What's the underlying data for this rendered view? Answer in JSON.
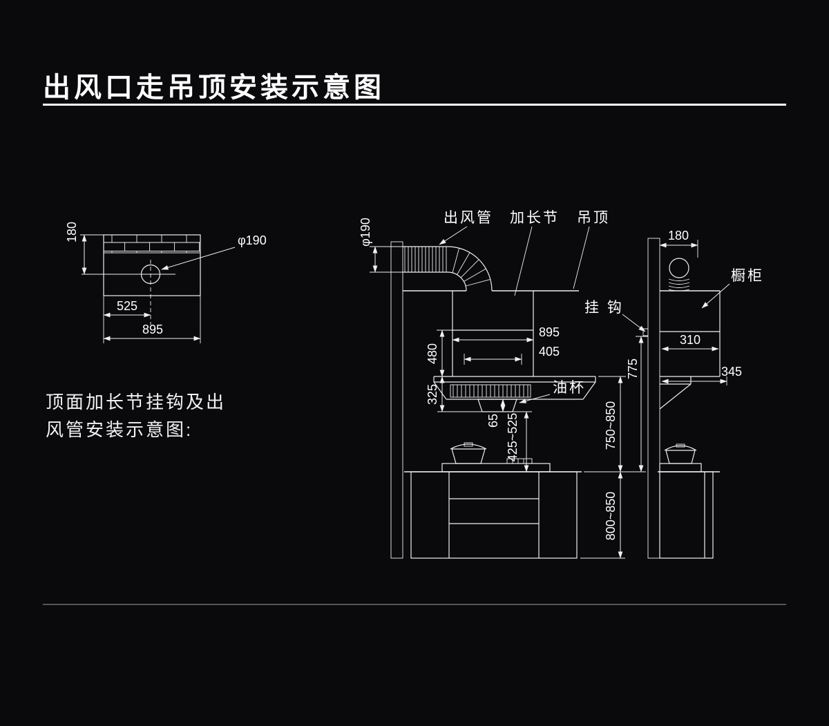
{
  "colors": {
    "background": "#0a0a0d",
    "line": "#f0f0f0",
    "text": "#ffffff",
    "divider": "#54545a"
  },
  "header": {
    "title": "出风口走吊顶安装示意图"
  },
  "note": {
    "line1": "顶面加长节挂钩及出",
    "line2": "风管安装示意图:"
  },
  "wall_hole_view": {
    "dims": {
      "top_to_center": "180",
      "hole_diameter": "φ190",
      "center_offset": "525",
      "wall_width": "895"
    }
  },
  "main_view": {
    "labels": {
      "duct": "出风管",
      "extension": "加长节",
      "ceiling": "吊顶",
      "oil_cup": "油杯",
      "hook": "挂 钩"
    },
    "dims": {
      "duct_diameter": "φ190",
      "hood_width": "895",
      "chimney_width": "405",
      "upper_height": "480",
      "body_height": "325",
      "oil_cup_height": "65",
      "hood_to_counter": "425~525",
      "hood_top_to_counter": "750~850",
      "counter_height": "800~850",
      "hook_to_counter": "775"
    }
  },
  "side_view": {
    "labels": {
      "cabinet": "橱柜"
    },
    "dims": {
      "wall_to_duct": "180",
      "cabinet_depth": "310",
      "cabinet_front": "345"
    }
  }
}
